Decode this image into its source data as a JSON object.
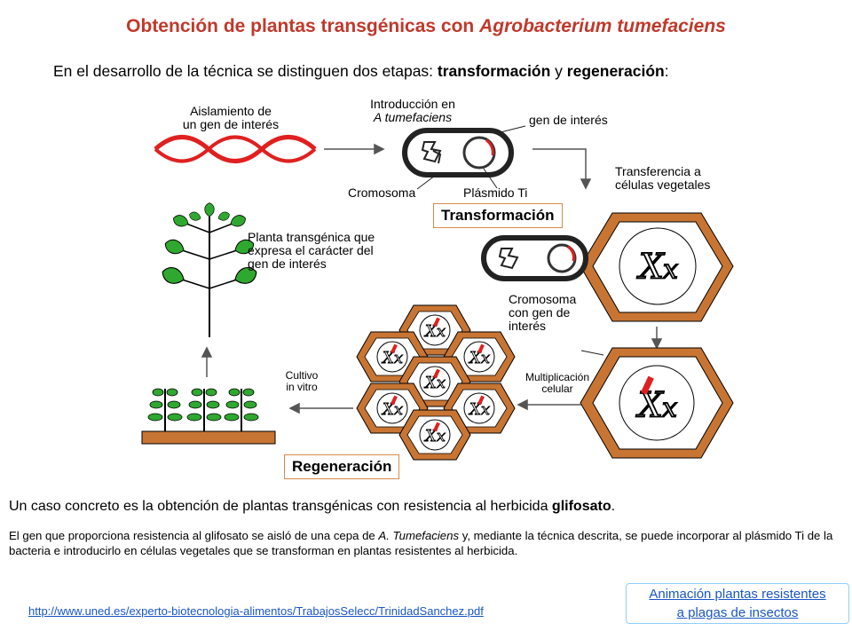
{
  "title": {
    "prefix": "Obtención de plantas transgénicas con ",
    "organism": "Agrobacterium tumefaciens"
  },
  "intro": {
    "before": "En el desarrollo de la técnica se distinguen dos etapas: ",
    "stage1": "transformación",
    "mid": " y ",
    "stage2": "regeneración",
    "after": ":"
  },
  "diagram": {
    "isolation_line1": "Aislamiento de",
    "isolation_line2": "un gen de interés",
    "intro_line1": "Introducción en",
    "intro_line2": "A tumefaciens",
    "gene_of_interest": "gen de interés",
    "transfer_line1": "Transferencia a",
    "transfer_line2": "células vegetales",
    "chromosome": "Cromosoma",
    "ti_plasmid": "Plásmido Ti",
    "transformation_stage": "Transformación",
    "plant_line1": "Planta transgénica que",
    "plant_line2": "expresa el carácter del",
    "plant_line3": "gen de interés",
    "chrom_gene_line1": "Cromosoma",
    "chrom_gene_line2": "con gen de",
    "chrom_gene_line3": "interés",
    "culture_line1": "Cultivo",
    "culture_line2": "in vitro",
    "multiplication_line1": "Multiplicación",
    "multiplication_line2": "celular",
    "regeneration_stage": "Regeneración",
    "cell_letters": "Xx"
  },
  "case": {
    "sentence_before": "Un caso concreto es la obtención de plantas transgénicas con resistencia al herbicida ",
    "herbicide": "glifosato",
    "sentence_after": ".",
    "detail_before": "El gen que proporciona resistencia al glifosato se aisló de una cepa de ",
    "detail_species": "A. Tumefaciens",
    "detail_after": " y, mediante la técnica descrita, se puede incorporar al plásmido Ti de la bacteria e introducirlo en células vegetales que se transforman en plantas resistentes al herbicida."
  },
  "links": {
    "source_url": "http://www.uned.es/experto-biotecnologia-alimentos/TrabajosSelecc/TrinidadSanchez.pdf",
    "animation_line1": "Animación plantas resistentes",
    "animation_line2": "a plagas de insectos"
  },
  "colors": {
    "title": "#c0392b",
    "gene": "#e02020",
    "cell_wall": "#c87533",
    "leaf": "#2fa82f",
    "link": "#1a56c4"
  }
}
